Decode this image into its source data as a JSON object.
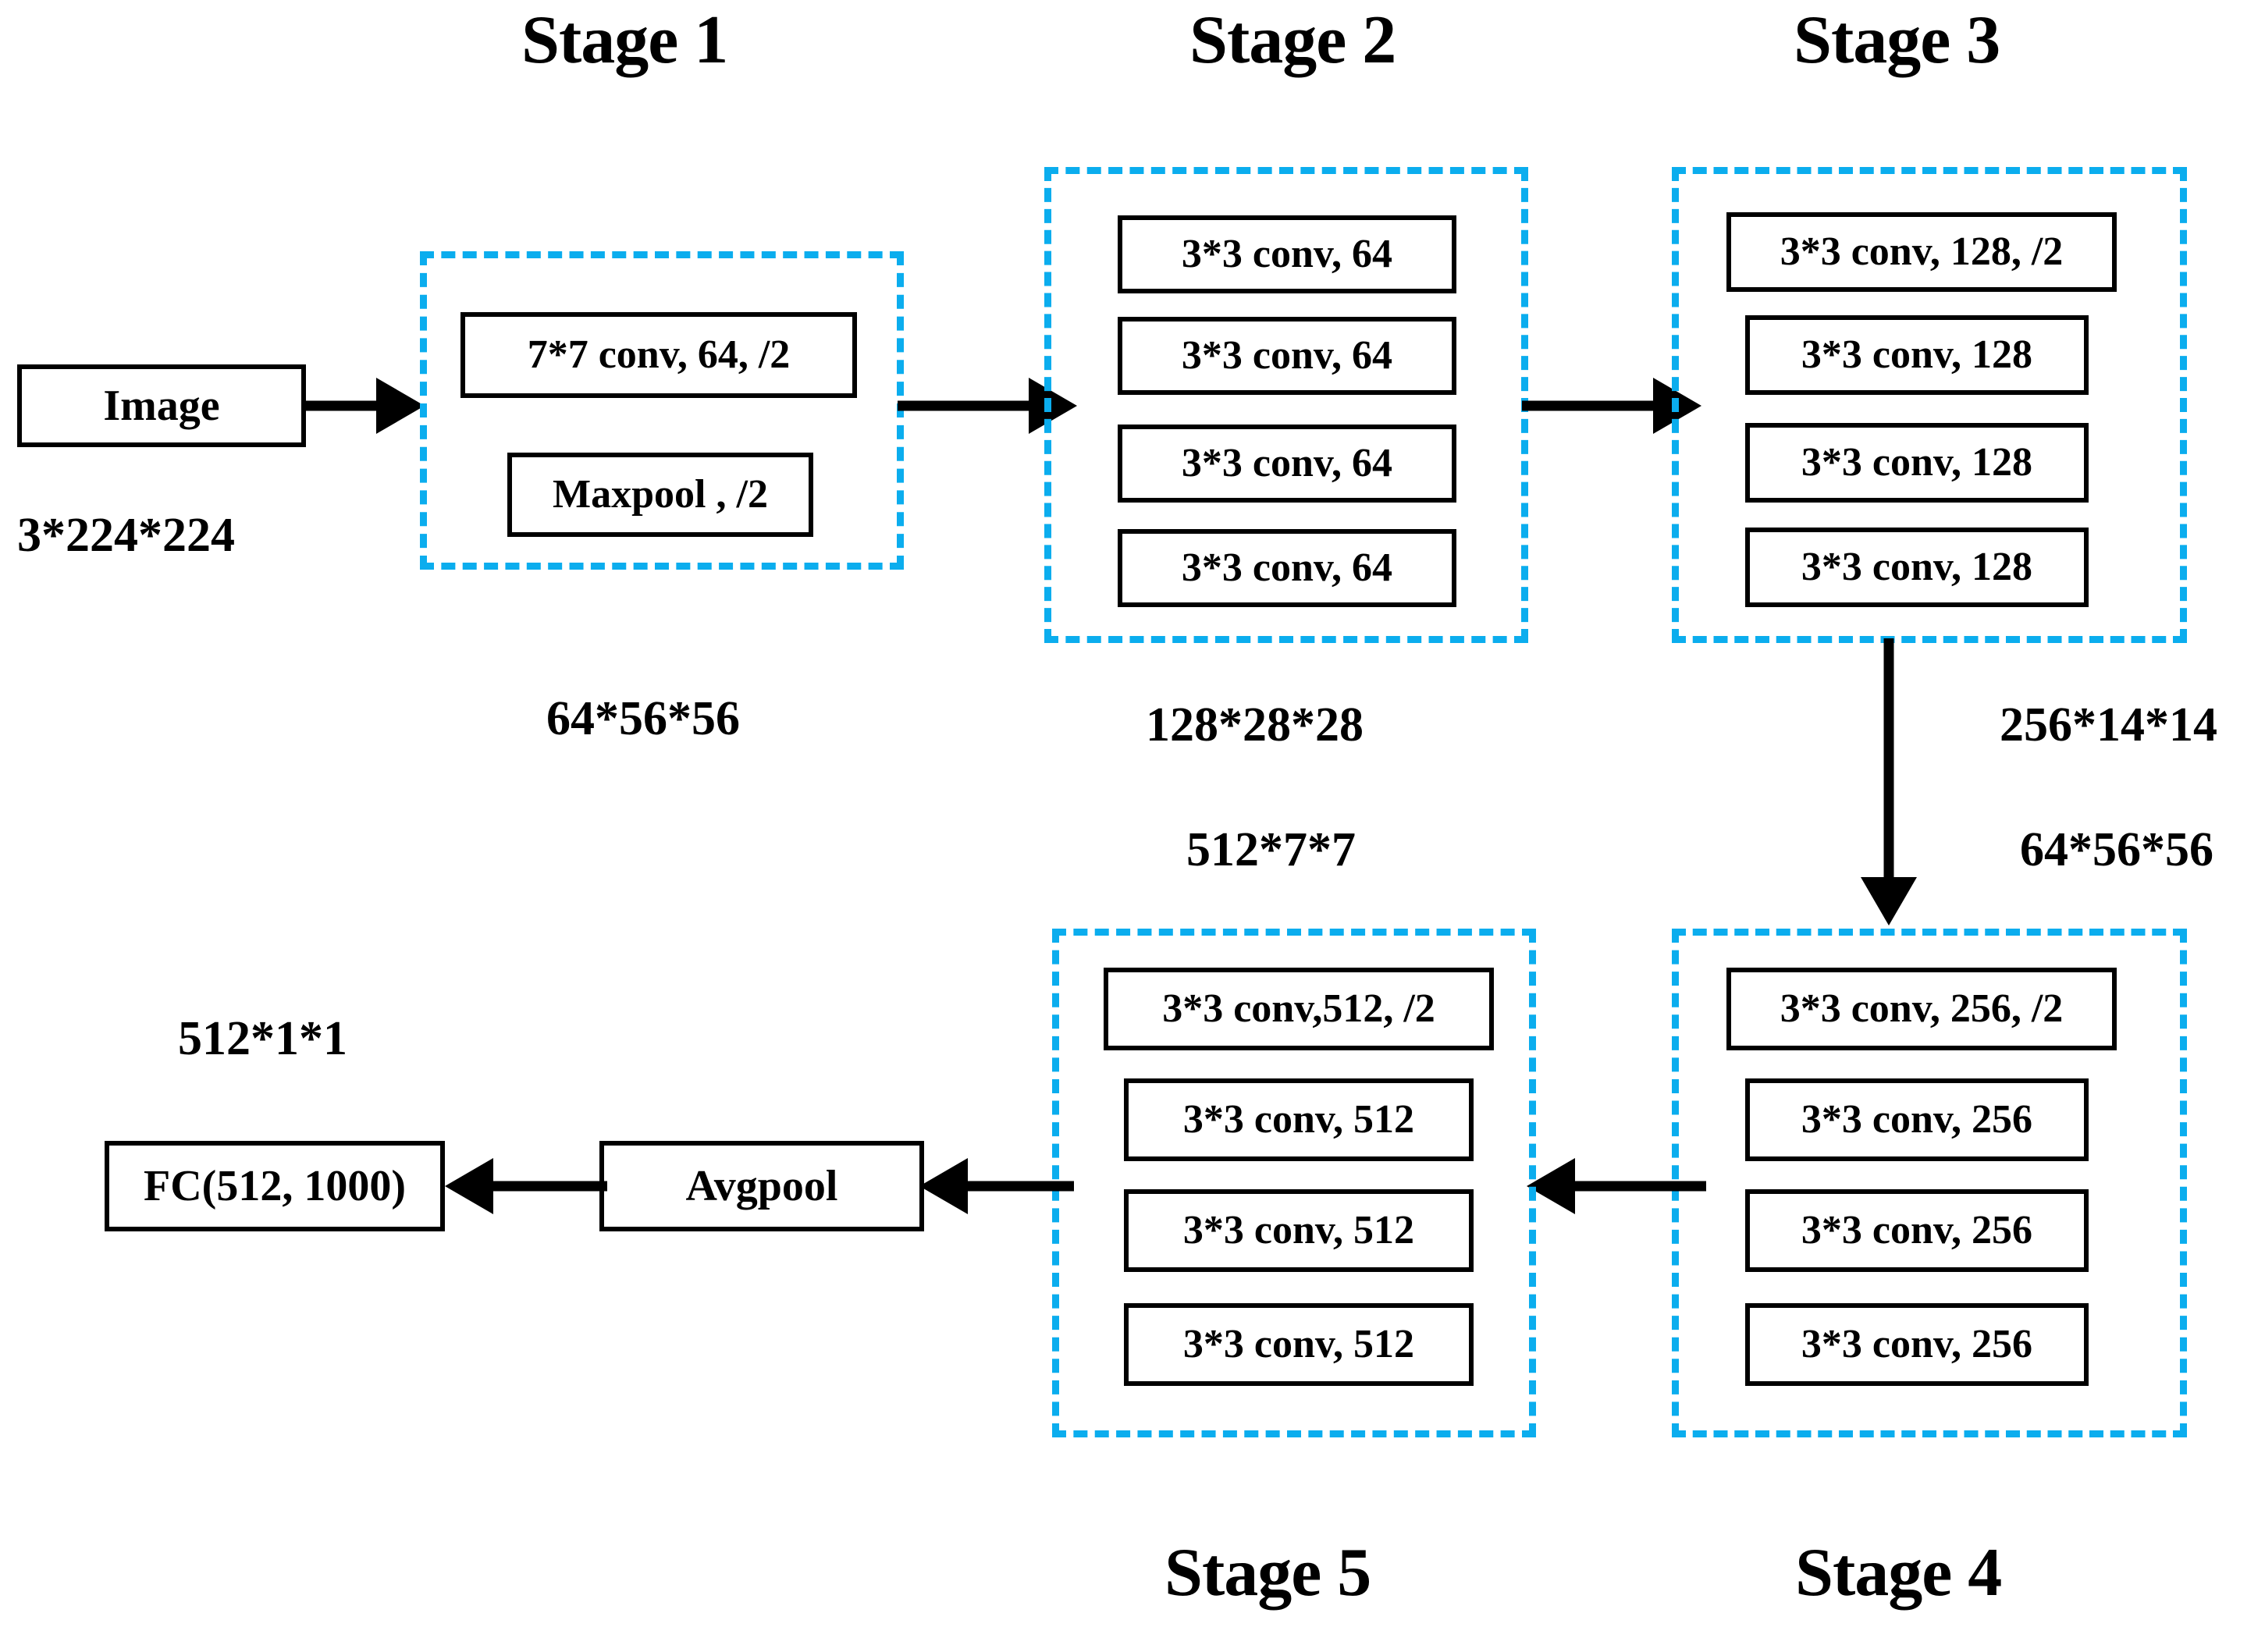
{
  "diagram": {
    "title": "ResNet-18 architecture stage diagram",
    "accent_color": "#0BADEE",
    "line_color": "#000000",
    "background_color": "#FFFFFF"
  },
  "stage_titles": {
    "stage1": "Stage 1",
    "stage2": "Stage 2",
    "stage3": "Stage 3",
    "stage4": "Stage 4",
    "stage5": "Stage 5"
  },
  "nodes": {
    "image": "Image",
    "avgpool": "Avgpool",
    "fc": "FC(512, 1000)"
  },
  "stage1_layers": [
    "7*7 conv, 64, /2",
    "Maxpool , /2"
  ],
  "stage2_layers": [
    "3*3 conv, 64",
    "3*3 conv, 64",
    "3*3 conv, 64",
    "3*3 conv, 64"
  ],
  "stage3_layers": [
    "3*3 conv, 128, /2",
    "3*3 conv, 128",
    "3*3 conv, 128",
    "3*3 conv, 128"
  ],
  "stage4_layers": [
    "3*3 conv, 256, /2",
    "3*3 conv, 256",
    "3*3 conv, 256",
    "3*3 conv, 256"
  ],
  "stage5_layers": [
    "3*3 conv,512, /2",
    "3*3 conv, 512",
    "3*3 conv, 512",
    "3*3 conv, 512"
  ],
  "dimension_labels": {
    "input": "3*224*224",
    "after_stage1": "64*56*56",
    "after_stage2": "128*28*28",
    "after_stage3": "256*14*14",
    "after_stage3_alt": "64*56*56",
    "after_stage5": "512*7*7",
    "after_avgpool": "512*1*1"
  }
}
